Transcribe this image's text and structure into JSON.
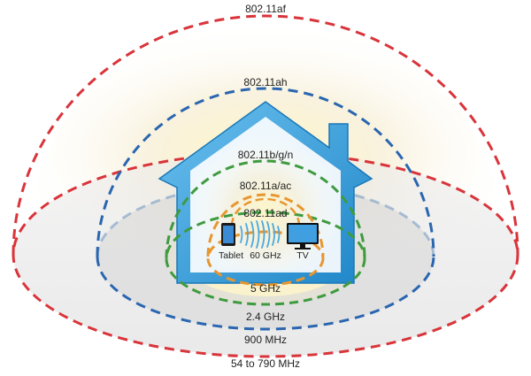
{
  "colors": {
    "af": "#d9343a",
    "ah": "#2a66b0",
    "bgn": "#3e9b3f",
    "ac": "#e8962f",
    "ad": "#e8962f",
    "house": "#4aa8e0",
    "house_dark": "#1f86c8",
    "floor": "#e3e3e3",
    "glow": "#fff3b8"
  },
  "standards": {
    "af": "802.11af",
    "ah": "802.11ah",
    "bgn": "802.11b/g/n",
    "ac": "802.11a/ac",
    "ad": "802.11ad"
  },
  "frequencies": {
    "af": "54 to 790 MHz",
    "ah": "900 MHz",
    "bgn": "2.4 GHz",
    "ac": "5 GHz"
  },
  "devices": {
    "tablet": "Tablet",
    "tv": "TV",
    "link": "60 GHz"
  },
  "icons": {
    "tablet": "tablet-icon",
    "tv": "tv-icon",
    "waves": "wireless-waves-icon",
    "house": "house-icon"
  }
}
